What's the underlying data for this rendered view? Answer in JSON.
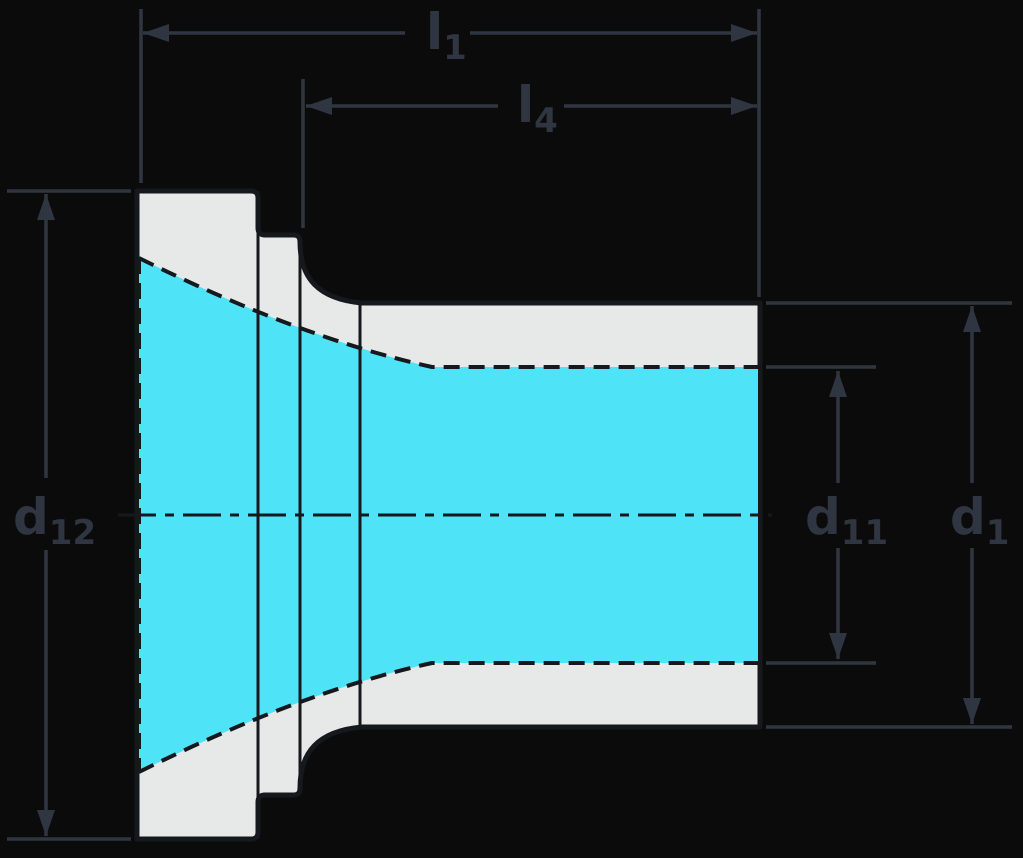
{
  "diagram": {
    "name": "tool-adapter-cross-section",
    "type": "technical-drawing",
    "colors": {
      "background": "#0b0b0b",
      "part_fill": "#e6e9e8",
      "bore_fill": "#4fe3f7",
      "outline": "#15181d",
      "dimension": "#2f3642"
    },
    "labels": {
      "l1": {
        "main": "l",
        "sub": "1"
      },
      "l4": {
        "main": "l",
        "sub": "4"
      },
      "d12": {
        "main": "d",
        "sub": "12"
      },
      "d11": {
        "main": "d",
        "sub": "11"
      },
      "d1": {
        "main": "d",
        "sub": "1"
      }
    }
  }
}
